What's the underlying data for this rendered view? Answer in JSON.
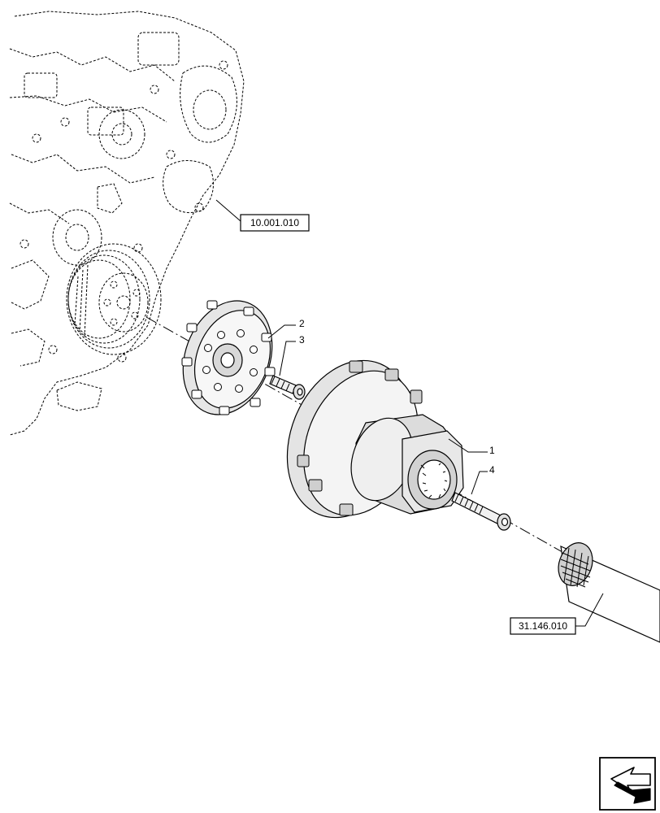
{
  "references": {
    "engine_group": "10.001.010",
    "shaft_group": "31.146.010"
  },
  "callouts": {
    "item_1": "1",
    "item_2": "2",
    "item_3": "3",
    "item_4": "4"
  },
  "navigation": {
    "icon": "return-arrow-icon"
  }
}
